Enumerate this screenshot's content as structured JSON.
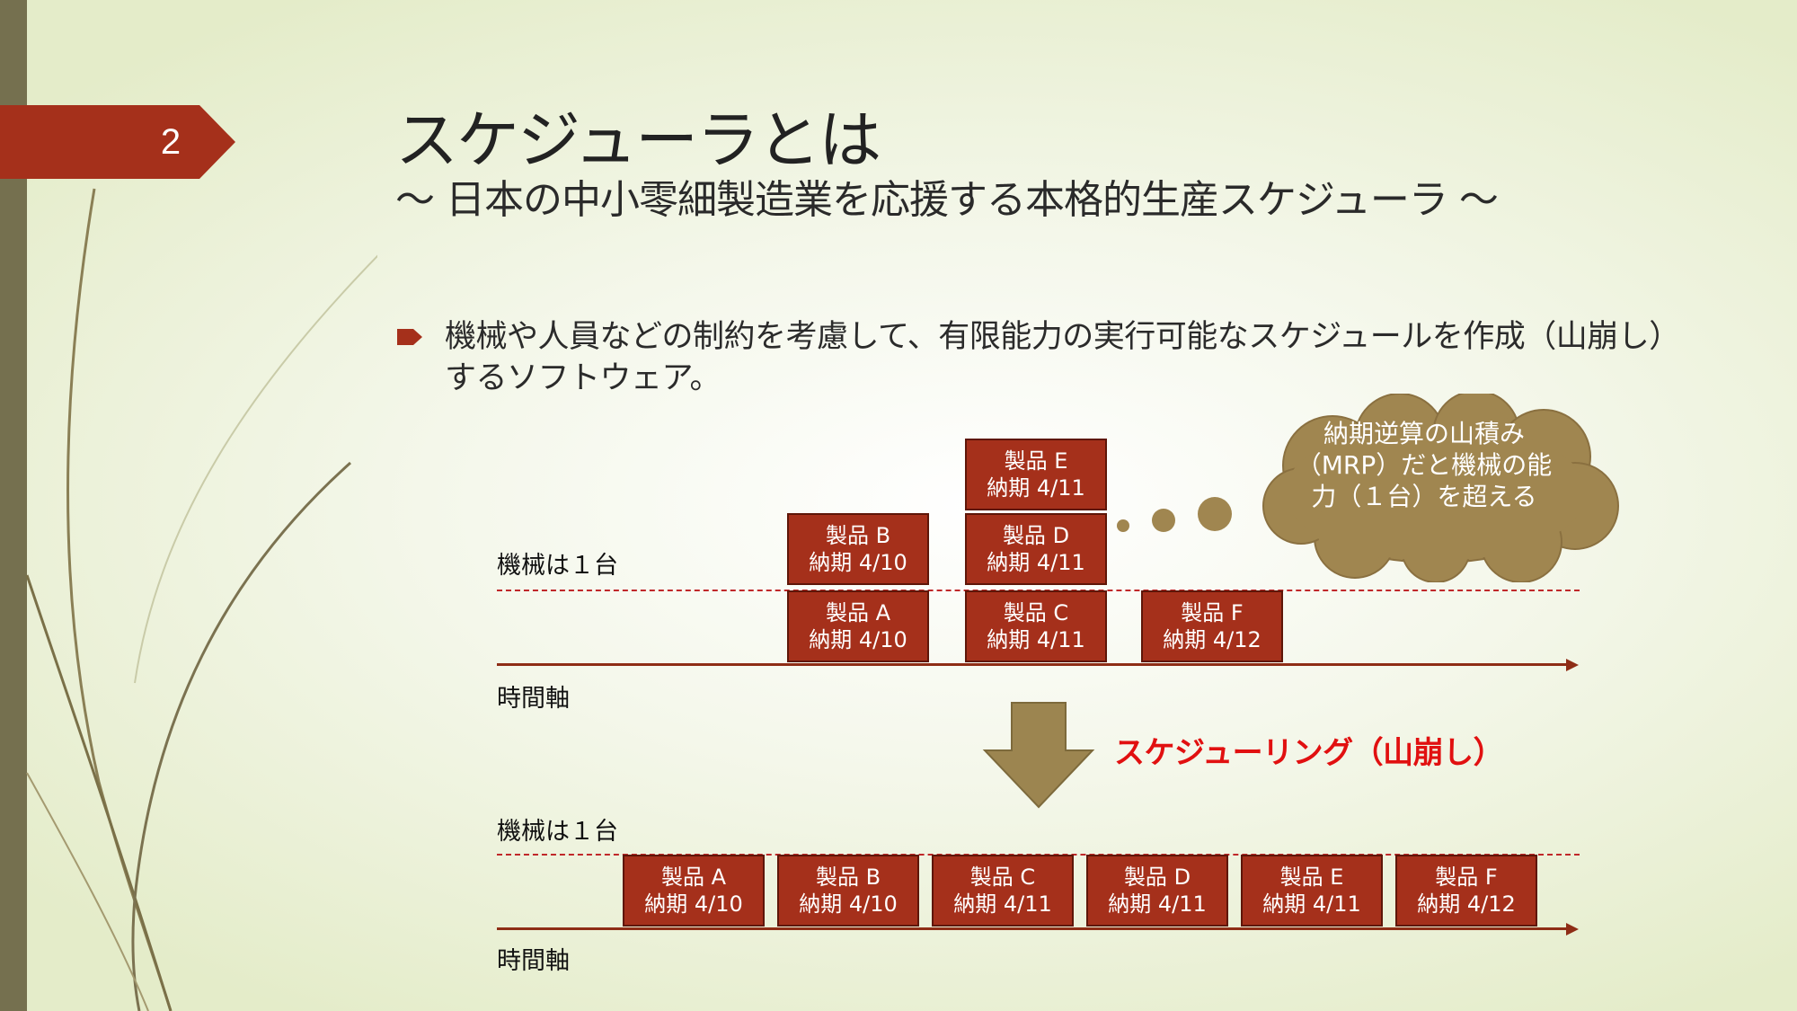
{
  "slide": {
    "page_number": "2",
    "title": "スケジューラとは",
    "subtitle": "～ 日本の中小零細製造業を応援する本格的生産スケジューラ ～",
    "bullet": "機械や人員などの制約を考慮して、有限能力の実行可能なスケジュールを作成（山崩し）するソフトウェア。"
  },
  "before": {
    "capacity_label": "機械は１台",
    "axis_label": "時間軸",
    "boxes": [
      {
        "product": "製品 A",
        "due": "納期 4/10"
      },
      {
        "product": "製品 B",
        "due": "納期 4/10"
      },
      {
        "product": "製品 C",
        "due": "納期 4/11"
      },
      {
        "product": "製品 D",
        "due": "納期 4/11"
      },
      {
        "product": "製品 E",
        "due": "納期 4/11"
      },
      {
        "product": "製品 F",
        "due": "納期 4/12"
      }
    ]
  },
  "thought_bubble": "納期逆算の山積み（MRP）だと機械の能力（１台）を超える",
  "scheduling_label": "スケジューリング（山崩し）",
  "after": {
    "capacity_label": "機械は１台",
    "axis_label": "時間軸",
    "boxes": [
      {
        "product": "製品 A",
        "due": "納期 4/10"
      },
      {
        "product": "製品 B",
        "due": "納期 4/10"
      },
      {
        "product": "製品 C",
        "due": "納期 4/11"
      },
      {
        "product": "製品 D",
        "due": "納期 4/11"
      },
      {
        "product": "製品 E",
        "due": "納期 4/11"
      },
      {
        "product": "製品 F",
        "due": "納期 4/12"
      }
    ]
  },
  "colors": {
    "box_fill": "#a5301b",
    "accent_red": "#e11010",
    "left_bar": "#75704f",
    "cloud": "#a08650"
  }
}
